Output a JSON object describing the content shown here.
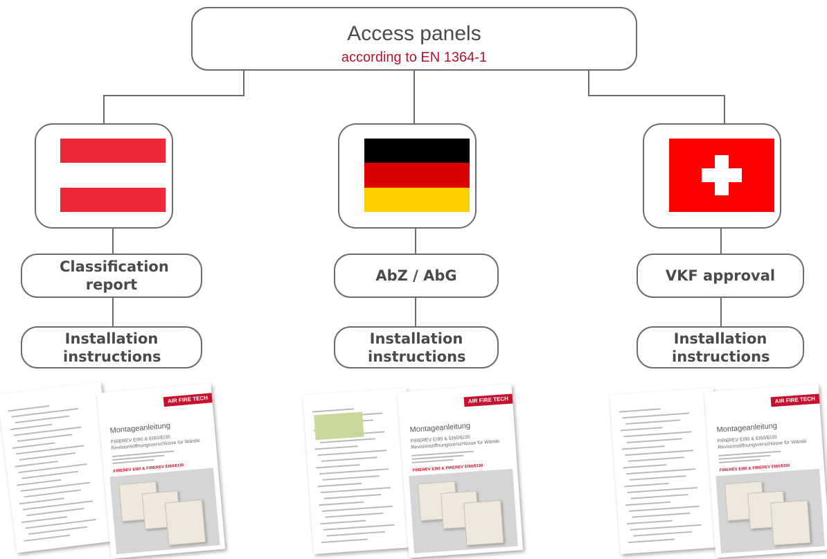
{
  "root": {
    "title": "Access panels",
    "subtitle": "according to EN 1364-1",
    "subtitle_color": "#b4122c"
  },
  "branches": [
    {
      "flag_icon": "austria-flag-icon",
      "flag_colors": [
        "#ed2939",
        "#ffffff",
        "#ed2939"
      ],
      "label": "Classification report",
      "installation": "Installation instructions"
    },
    {
      "flag_icon": "germany-flag-icon",
      "flag_colors": [
        "#000000",
        "#dd0000",
        "#ffce00"
      ],
      "label": "AbZ / AbG",
      "installation": "Installation instructions"
    },
    {
      "flag_icon": "switzerland-flag-icon",
      "flag_colors": [
        "#ff0000",
        "#ffffff"
      ],
      "label": "VKF approval",
      "installation": "Installation instructions"
    }
  ],
  "document_cover": {
    "brand": "AIR FIRE TECH",
    "brand_color": "#c8102e",
    "title": "Montageanleitung",
    "subtitle_line1": "FIREREV EI90 & EI60/EI30",
    "subtitle_line2": "Revisionsöffnungsverschlüsse für Wände",
    "product_tag": "FIREREV EI90 & FIREREV EI60/EI30"
  }
}
